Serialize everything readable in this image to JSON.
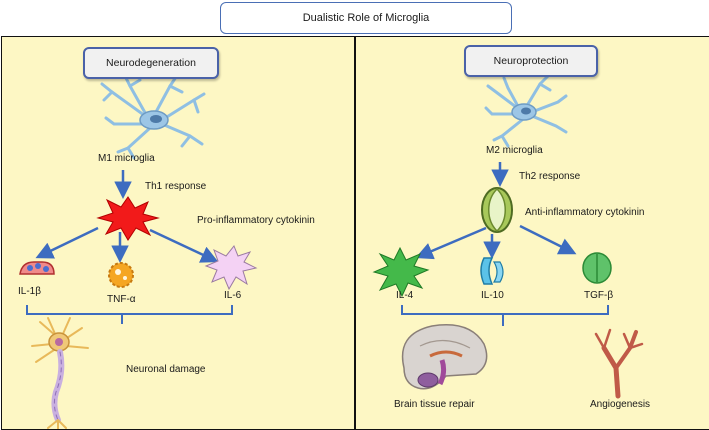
{
  "title": "Dualistic Role of Microglia",
  "left": {
    "header": "Neurodegeneration",
    "cell_label": "M1 microglia",
    "response": "Th1 response",
    "cytokine_label": "Pro-inflammatory cytokinin",
    "outputs": [
      "IL-1β",
      "TNF-α",
      "IL-6"
    ],
    "outcome": "Neuronal damage"
  },
  "right": {
    "header": "Neuroprotection",
    "cell_label": "M2 microglia",
    "response": "Th2 response",
    "cytokine_label": "Anti-inflammatory cytokinin",
    "outputs": [
      "IL-4",
      "IL-10",
      "TGF-β"
    ],
    "outcomes": [
      "Brain tissue repair",
      "Angiogenesis"
    ]
  },
  "colors": {
    "arrow": "#3d6cc0",
    "panel_bg": "#fdf7c4",
    "header_border": "#4a62a8",
    "microglia": "#9cc6e6"
  }
}
